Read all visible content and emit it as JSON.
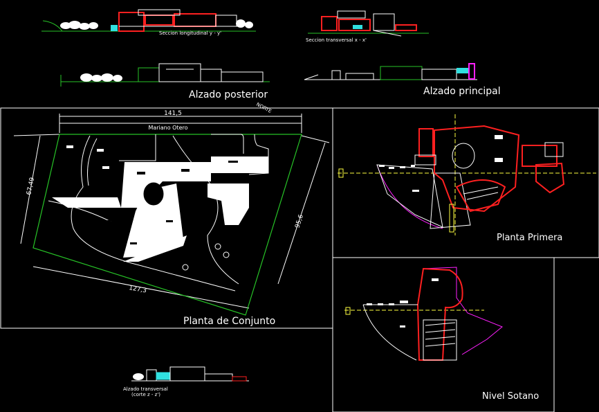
{
  "labels": {
    "sec_long": "Seccion longitudinal y - y'",
    "sec_trans": "Seccion transversal x - x'",
    "alz_posterior": "Alzado posterior",
    "norte": "NORTE",
    "alz_principal": "Alzado principal",
    "dim_top": "141,5",
    "mariano": "Mariano Otero",
    "dim_left": "67,49",
    "dim_right": "95,6",
    "dim_bottom": "127,3",
    "planta_conjunto": "Planta de Conjunto",
    "planta_primera": "Planta Primera",
    "nivel_sotano": "Nivel Sotano",
    "alz_trans_1": "Alzado transversal",
    "alz_trans_2": "(corte z - z')"
  },
  "colors": {
    "background": "#000000",
    "lines": "#ffffff",
    "walls": "#ff2020",
    "site": "#27c427",
    "accent": "#ff20ff",
    "axis": "#ffff40",
    "glass": "#30e0e0"
  }
}
